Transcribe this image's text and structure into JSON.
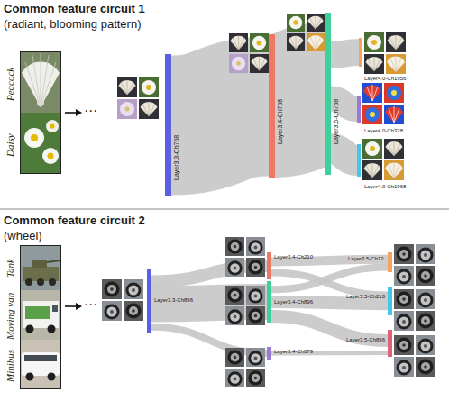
{
  "diagram": {
    "nodes": [
      {
        "text": [
          "Peacock",
          "Daisy"
        ]
      },
      {
        "text": [
          "Layer3.3-Ch768"
        ]
      },
      {
        "text": [
          "Layer3.4-Ch768"
        ]
      },
      {
        "text": [
          "Layer3.5-Ch768"
        ]
      },
      {
        "text": [
          "Layer4.0-Ch1956"
        ]
      },
      {
        "text": [
          "Layer4.0-Ch328"
        ]
      },
      {
        "text": [
          "Layer4.0-Ch1968"
        ]
      },
      {
        "text": [
          "Tank",
          "Moving van",
          "Minibus"
        ]
      },
      {
        "text": [
          "Layer3.3-Ch896"
        ]
      },
      {
        "text": [
          "Layer3.4-Ch210"
        ]
      },
      {
        "text": [
          "Layer3.4-Ch896"
        ]
      },
      {
        "text": [
          "Layer3.4-Ch079"
        ]
      },
      {
        "text": [
          "Layer3.5-Ch12"
        ]
      },
      {
        "text": [
          "Layer3.5-Ch210"
        ]
      },
      {
        "text": [
          "Layer3.5-Ch896"
        ]
      }
    ],
    "edges": [
      {
        "from": 1,
        "to": 2,
        "arrow": "none"
      },
      {
        "from": 2,
        "to": 3,
        "arrow": "none"
      },
      {
        "from": 3,
        "to": 4,
        "arrow": "none"
      },
      {
        "from": 3,
        "to": 5,
        "arrow": "none"
      },
      {
        "from": 3,
        "to": 6,
        "arrow": "none"
      },
      {
        "from": 8,
        "to": 9,
        "arrow": "none"
      },
      {
        "from": 8,
        "to": 10,
        "arrow": "none"
      },
      {
        "from": 8,
        "to": 11,
        "arrow": "none"
      },
      {
        "from": 9,
        "to": 12,
        "arrow": "none"
      },
      {
        "from": 9,
        "to": 13,
        "arrow": "none"
      },
      {
        "from": 10,
        "to": 12,
        "arrow": "none"
      },
      {
        "from": 10,
        "to": 13,
        "arrow": "none"
      },
      {
        "from": 10,
        "to": 14,
        "arrow": "none"
      },
      {
        "from": 11,
        "to": 14,
        "arrow": "none"
      }
    ],
    "labels": [
      "Common feature circuit 1",
      "(radiant, blooming pattern)",
      "⋯",
      "Common feature circuit 2",
      "(wheel)",
      "⋯"
    ]
  }
}
